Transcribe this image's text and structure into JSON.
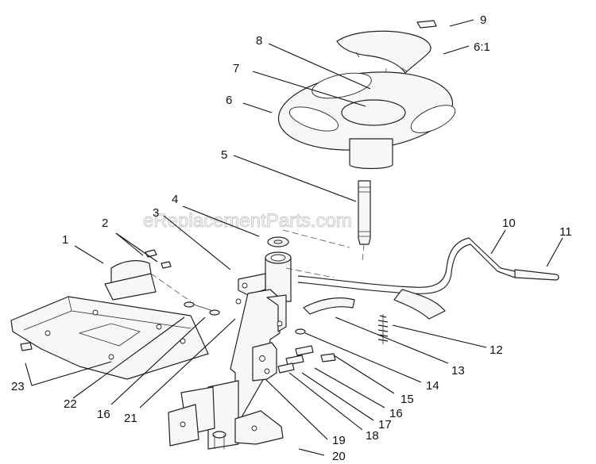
{
  "watermark": "eReplacementParts.com",
  "callouts": [
    "9",
    "8",
    "6:1",
    "7",
    "6",
    "5",
    "4",
    "3",
    "2",
    "1",
    "10",
    "11",
    "12",
    "13",
    "14",
    "15",
    "16",
    "17",
    "18",
    "19",
    "20",
    "21",
    "16",
    "22",
    "23"
  ]
}
